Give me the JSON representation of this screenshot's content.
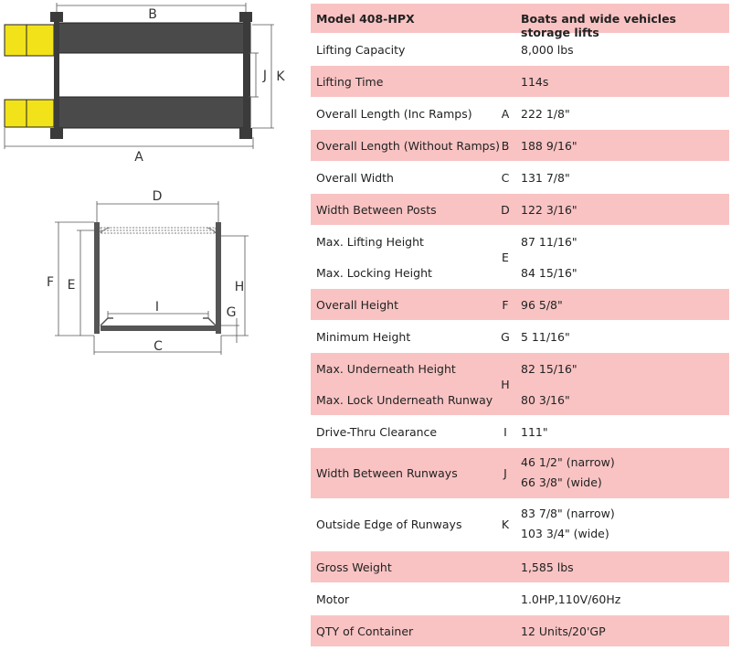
{
  "diagram": {
    "labels": {
      "A": "A",
      "B": "B",
      "C": "C",
      "D": "D",
      "E": "E",
      "F": "F",
      "G": "G",
      "H": "H",
      "I": "I",
      "J": "J",
      "K": "K"
    }
  },
  "table": {
    "header": {
      "label": "Model 408-HPX",
      "value": "Boats and wide vehicles storage lifts"
    },
    "rows": [
      {
        "label": "Lifting Capacity",
        "code": "",
        "value": "8,000 lbs"
      },
      {
        "label": "Lifting Time",
        "code": "",
        "value": "114s"
      },
      {
        "label": "Overall Length (Inc Ramps)",
        "code": "A",
        "value": "222 1/8\""
      },
      {
        "label": "Overall Length (Without Ramps)",
        "code": "B",
        "value": "188 9/16\""
      },
      {
        "label": "Overall Width",
        "code": "C",
        "value": "131 7/8\""
      },
      {
        "label": "Width Between Posts",
        "code": "D",
        "value": "122 3/16\""
      },
      {
        "labels": [
          "Max. Lifting Height",
          "Max. Locking Height"
        ],
        "code": "E",
        "values": [
          "87 11/16\"",
          "84 15/16\""
        ]
      },
      {
        "label": "Overall Height",
        "code": "F",
        "value": "96 5/8\""
      },
      {
        "label": "Minimum Height",
        "code": "G",
        "value": "5 11/16\""
      },
      {
        "labels": [
          "Max. Underneath Height",
          "Max. Lock Underneath Runway"
        ],
        "code": "H",
        "values": [
          "82 15/16\"",
          "80 3/16\""
        ]
      },
      {
        "label": "Drive-Thru Clearance",
        "code": "I",
        "value": "111\""
      },
      {
        "label": "Width Between Runways",
        "code": "J",
        "values": [
          "46 1/2\" (narrow)",
          "66 3/8\" (wide)"
        ]
      },
      {
        "label": "Outside Edge of Runways",
        "code": "K",
        "values": [
          "83 7/8\" (narrow)",
          "103 3/4\" (wide)"
        ]
      },
      {
        "label": "Gross Weight",
        "code": "",
        "value": "1,585 lbs"
      },
      {
        "label": "Motor",
        "code": "",
        "value": "1.0HP,110V/60Hz"
      },
      {
        "label": "QTY of Container",
        "code": "",
        "value": "12 Units/20'GP"
      }
    ]
  }
}
